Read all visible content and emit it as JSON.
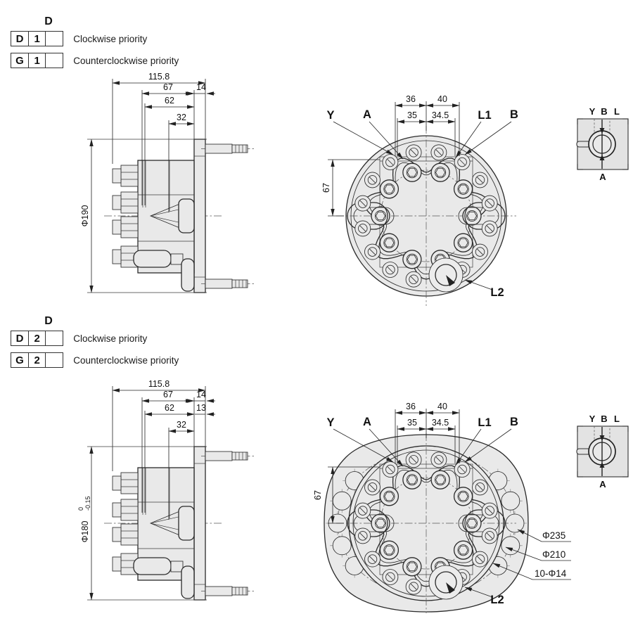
{
  "sections": [
    {
      "header": "D",
      "options": [
        {
          "c1": "D",
          "c2": "1",
          "desc": "Clockwise priority"
        },
        {
          "c1": "G",
          "c2": "1",
          "desc": "Counterclockwise priority"
        }
      ],
      "side": {
        "overall": "115.8",
        "len67": "67",
        "len14": "14",
        "len62": "62",
        "len32": "32",
        "dia": "Φ190"
      },
      "front": {
        "d36": "36",
        "d40": "40",
        "d35": "35",
        "d345": "34.5",
        "d67": "67",
        "y": "Y",
        "a": "A",
        "l1": "L1",
        "b": "B",
        "l2": "L2"
      },
      "schem": {
        "y": "Y",
        "b": "B",
        "l": "L",
        "a": "A"
      }
    },
    {
      "header": "D",
      "options": [
        {
          "c1": "D",
          "c2": "2",
          "desc": "Clockwise priority"
        },
        {
          "c1": "G",
          "c2": "2",
          "desc": "Counterclockwise priority"
        }
      ],
      "side": {
        "overall": "115.8",
        "len67": "67",
        "len14": "14",
        "len62": "62",
        "len13": "13",
        "len32": "32",
        "dia": "Φ180",
        "tol_hi": "0",
        "tol_lo": "-0.15"
      },
      "front": {
        "d36": "36",
        "d40": "40",
        "d35": "35",
        "d345": "34.5",
        "d67": "67",
        "y": "Y",
        "a": "A",
        "l1": "L1",
        "b": "B",
        "l2": "L2",
        "dia_outer": "Φ235",
        "dia_bolt": "Φ210",
        "holes": "10-Φ14"
      },
      "schem": {
        "y": "Y",
        "b": "B",
        "l": "L",
        "a": "A"
      }
    }
  ]
}
